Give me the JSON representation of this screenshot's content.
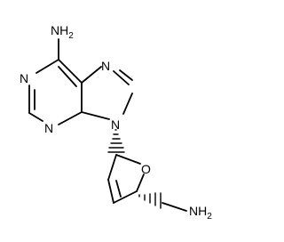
{
  "molecule": {
    "atom_labels": {
      "amine_top": "NH",
      "amine_top_subscript": "2",
      "n1": "N",
      "n3": "N",
      "n7": "N",
      "n9": "N",
      "ring_oxygen": "O",
      "amine_side": "NH",
      "amine_side_subscript": "2"
    }
  }
}
